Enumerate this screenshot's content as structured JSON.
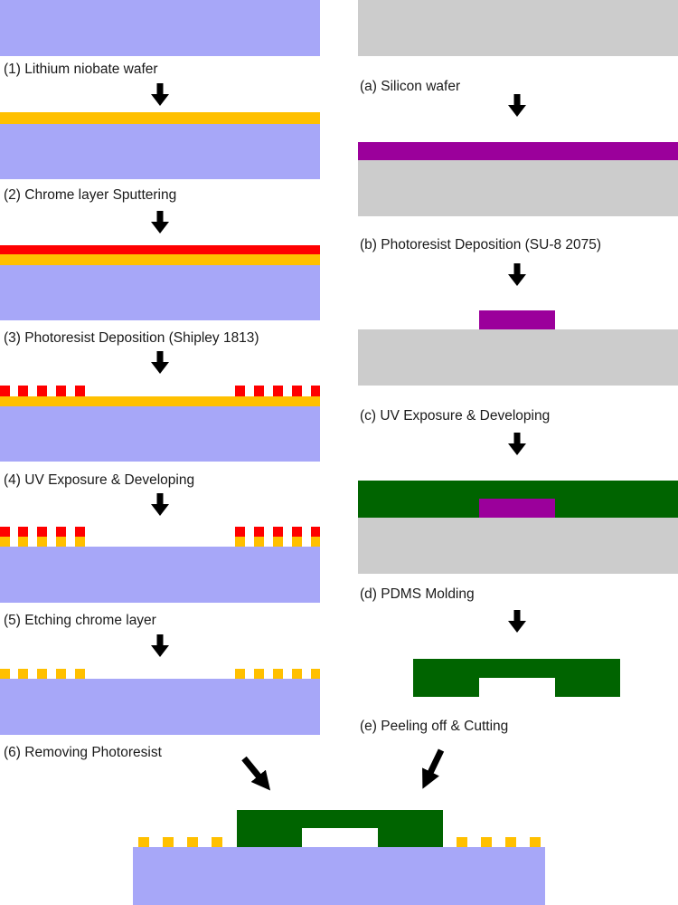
{
  "colors": {
    "lithium_niobate": "#a7a7f8",
    "chrome": "#ffc000",
    "photoresist_red": "#ff0000",
    "silicon": "#cccccc",
    "su8": "#9b009b",
    "pdms": "#006400",
    "arrow": "#000000",
    "background": "#ffffff"
  },
  "left_steps": [
    "(1) Lithium niobate wafer",
    "(2) Chrome layer Sputtering",
    "(3) Photoresist Deposition (Shipley 1813)",
    "(4) UV Exposure & Developing",
    "(5) Etching chrome layer",
    "(6) Removing Photoresist"
  ],
  "right_steps": [
    "(a) Silicon wafer",
    "(b) Photoresist Deposition (SU-8 2075)",
    "(c) UV Exposure & Developing",
    "(d) PDMS Molding",
    "(e) Peeling off & Cutting"
  ]
}
